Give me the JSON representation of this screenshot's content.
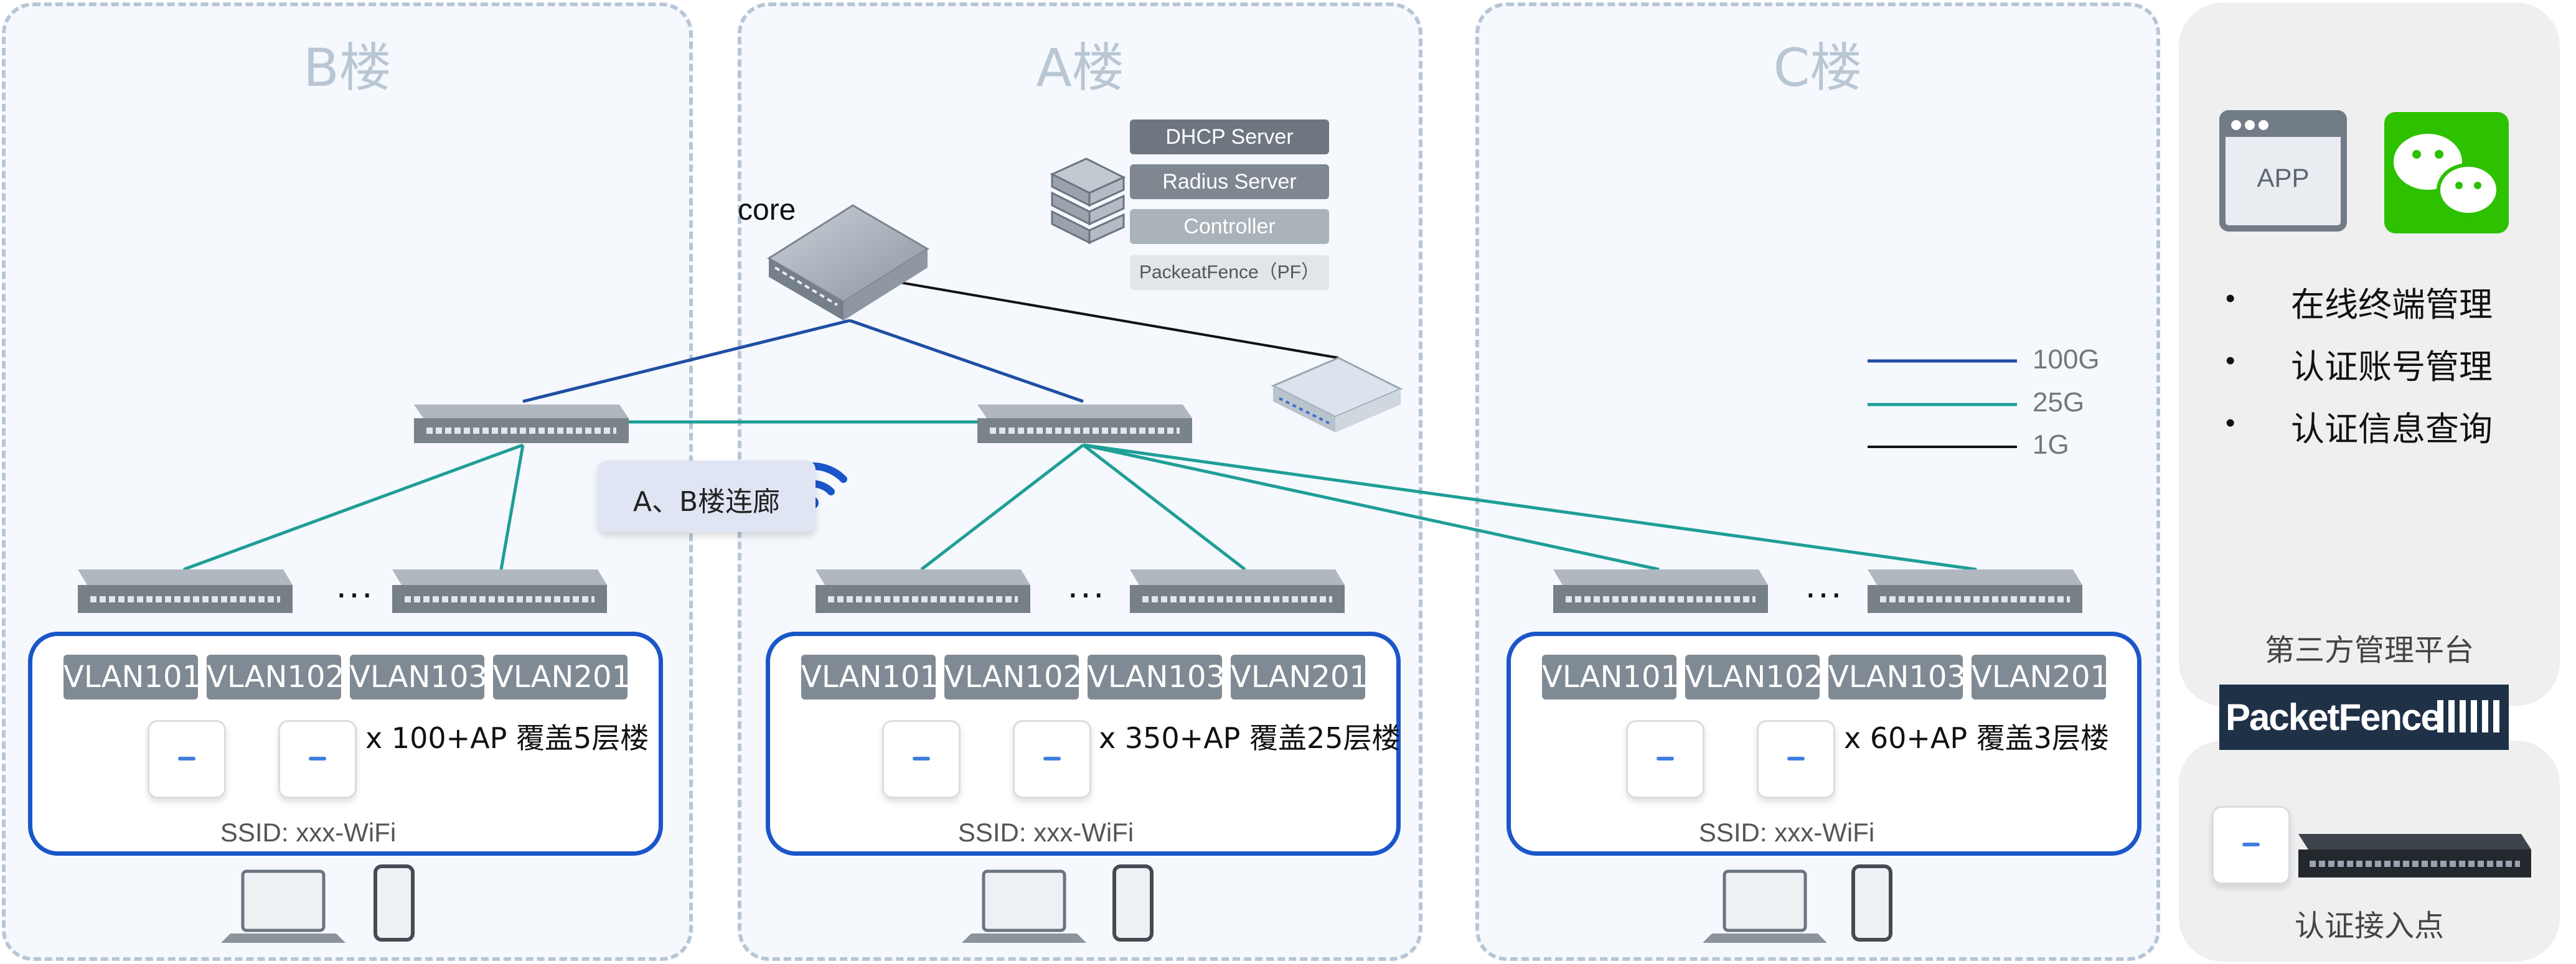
{
  "buildings": [
    {
      "title": "B楼",
      "vlans": [
        "VLAN101",
        "VLAN102",
        "VLAN103",
        "VLAN201"
      ],
      "ap_count": "x 100+AP 覆盖5层楼",
      "ssid": "SSID: xxx-WiFi",
      "dots": "..."
    },
    {
      "title": "A楼",
      "vlans": [
        "VLAN101",
        "VLAN102",
        "VLAN103",
        "VLAN201"
      ],
      "ap_count": "x 350+AP 覆盖25层楼",
      "ssid": "SSID: xxx-WiFi",
      "dots": "..."
    },
    {
      "title": "C楼",
      "vlans": [
        "VLAN101",
        "VLAN102",
        "VLAN103",
        "VLAN201"
      ],
      "ap_count": "x 60+AP 覆盖3层楼",
      "ssid": "SSID: xxx-WiFi",
      "dots": "..."
    }
  ],
  "core_label": "core",
  "servers": [
    "DHCP Server",
    "Radius Server",
    "Controller",
    "PackeatFence（PF）"
  ],
  "corridor_label": "A、B楼连廊",
  "legend": [
    {
      "label": "100G",
      "color": "#1f4ea3"
    },
    {
      "label": "25G",
      "color": "#1e9e96"
    },
    {
      "label": "1G",
      "color": "#111111"
    }
  ],
  "platform": {
    "app_label": "APP",
    "bullet": "•",
    "features": [
      "在线终端管理",
      "认证账号管理",
      "认证信息查询"
    ],
    "title": "第三方管理平台",
    "logo_text": "PacketFence"
  },
  "access": {
    "title": "认证接入点"
  },
  "colors": {
    "link_100g": "#1f4ea3",
    "link_25g": "#1e9e96",
    "link_1g": "#111111",
    "vlan_border": "#1a56c9",
    "wechat": "#2dc100"
  }
}
